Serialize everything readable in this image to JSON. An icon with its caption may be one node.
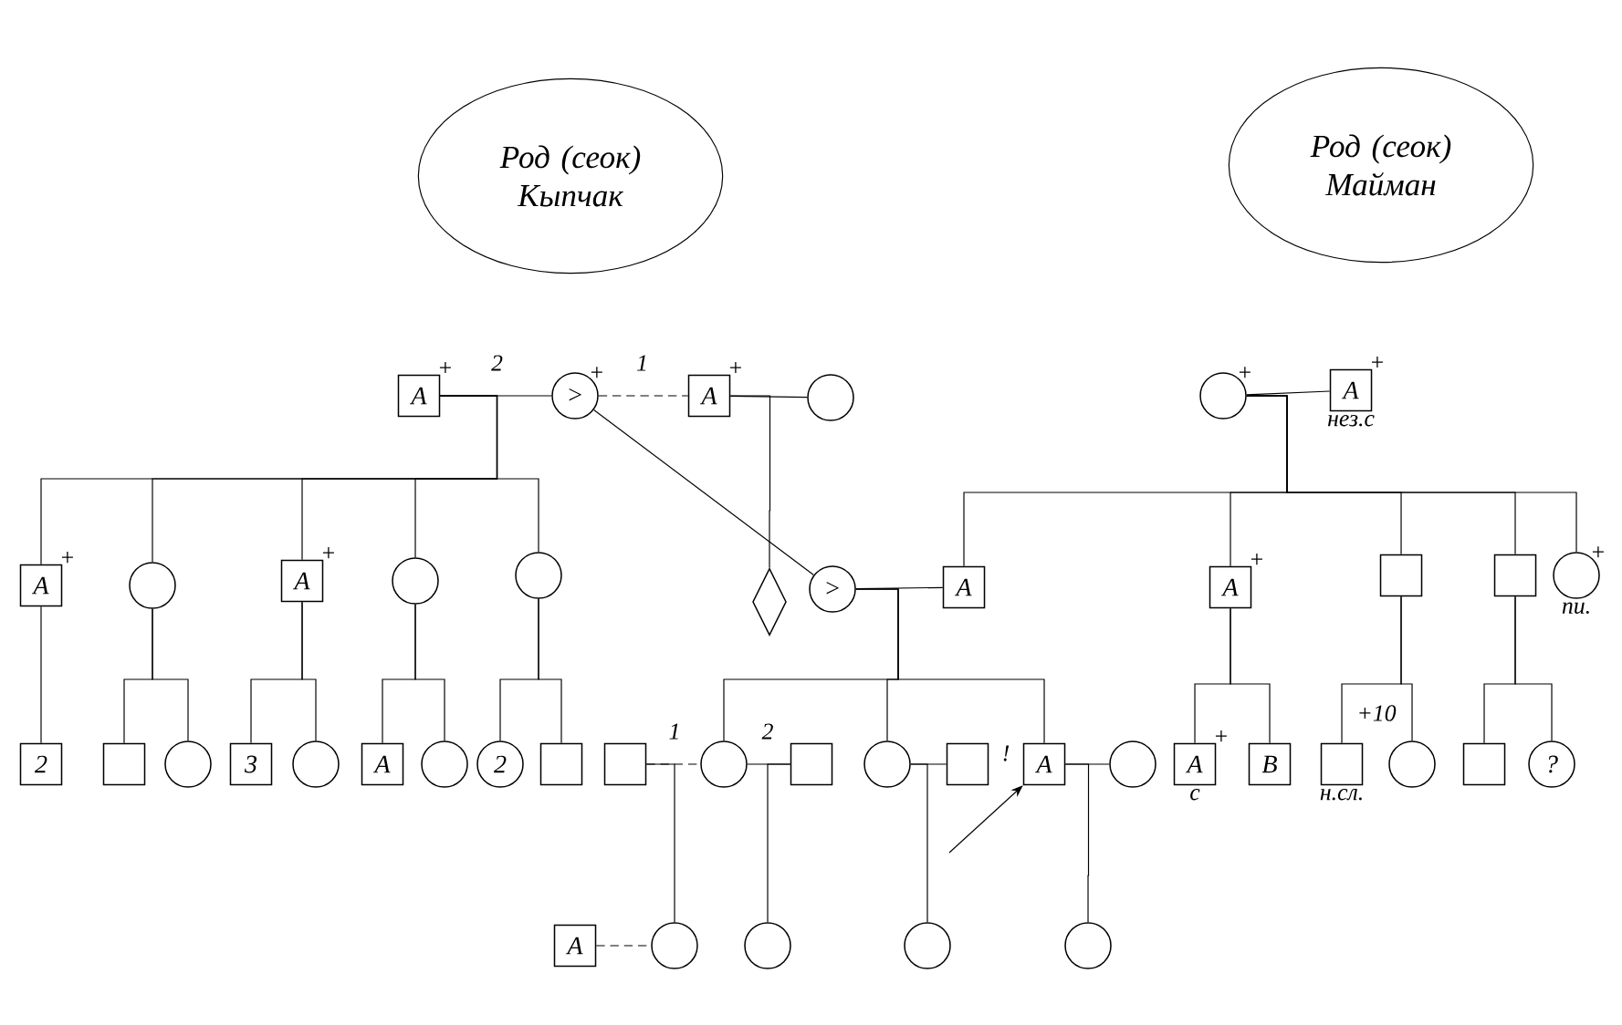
{
  "diagram": {
    "nodes": [
      {
        "text": [
          "Род (сеок) Кыпчак"
        ]
      },
      {
        "text": [
          "Род (сеок) Майман"
        ]
      },
      {
        "text": [
          "A"
        ],
        "beside": [
          "+"
        ]
      },
      {
        "text": [
          ">"
        ],
        "beside": [
          "+"
        ]
      },
      {
        "text": [
          "A"
        ],
        "beside": [
          "+"
        ]
      },
      {
        "text": [],
        "shape": "circle"
      },
      {
        "text": [],
        "shape": "circle",
        "beside": [
          "+"
        ]
      },
      {
        "text": [
          "A"
        ],
        "beside": [
          "+",
          "нез.с"
        ]
      },
      {
        "text": [
          "A"
        ],
        "beside": [
          "+"
        ]
      },
      {
        "text": [],
        "shape": "circle"
      },
      {
        "text": [
          "A"
        ],
        "beside": [
          "+"
        ]
      },
      {
        "text": [],
        "shape": "circle"
      },
      {
        "text": [],
        "shape": "circle"
      },
      {
        "text": [],
        "shape": "diamond"
      },
      {
        "text": [
          ">"
        ]
      },
      {
        "text": [
          "A"
        ]
      },
      {
        "text": [
          "A"
        ],
        "beside": [
          "+"
        ]
      },
      {
        "text": [],
        "shape": "box"
      },
      {
        "text": [],
        "shape": "box"
      },
      {
        "text": [],
        "shape": "circle",
        "beside": [
          "+",
          "пи."
        ]
      },
      {
        "text": [
          "2"
        ]
      },
      {
        "text": [],
        "shape": "box"
      },
      {
        "text": [],
        "shape": "circle"
      },
      {
        "text": [
          "3"
        ]
      },
      {
        "text": [],
        "shape": "circle"
      },
      {
        "text": [
          "A"
        ]
      },
      {
        "text": [],
        "shape": "circle"
      },
      {
        "text": [
          "2"
        ]
      },
      {
        "text": [],
        "shape": "box"
      },
      {
        "text": [],
        "shape": "box"
      },
      {
        "text": [],
        "shape": "circle"
      },
      {
        "text": [],
        "shape": "box"
      },
      {
        "text": [],
        "shape": "circle"
      },
      {
        "text": [],
        "shape": "box"
      },
      {
        "text": [
          "A"
        ]
      },
      {
        "text": [],
        "shape": "circle"
      },
      {
        "text": [
          "A"
        ],
        "beside": [
          "+",
          "с"
        ]
      },
      {
        "text": [
          "В"
        ]
      },
      {
        "text": [],
        "shape": "box",
        "beside": [
          "н.сл."
        ]
      },
      {
        "text": [],
        "shape": "circle"
      },
      {
        "text": [],
        "shape": "box"
      },
      {
        "text": [
          "?"
        ]
      },
      {
        "text": [
          "A"
        ]
      },
      {
        "text": [],
        "shape": "circle"
      },
      {
        "text": [],
        "shape": "circle"
      },
      {
        "text": [],
        "shape": "circle"
      },
      {
        "text": [],
        "shape": "circle"
      }
    ],
    "edges": [
      {
        "from": 2,
        "to": 3,
        "arrow": "none",
        "label": "2"
      },
      {
        "from": 3,
        "to": 4,
        "arrow": "none",
        "label": "1",
        "style": "dashed"
      },
      {
        "from": 4,
        "to": 5,
        "arrow": "none"
      },
      {
        "from": 6,
        "to": 7,
        "arrow": "none"
      },
      {
        "from": 14,
        "to": 15,
        "arrow": "none"
      },
      {
        "from": 29,
        "to": 30,
        "arrow": "none",
        "label": "1",
        "style": "dashed"
      },
      {
        "from": 30,
        "to": 31,
        "arrow": "none",
        "label": "2"
      },
      {
        "from": 32,
        "to": 33,
        "arrow": "none"
      },
      {
        "from": 34,
        "to": 35,
        "arrow": "none"
      },
      {
        "from": 42,
        "to": 43,
        "arrow": "none",
        "style": "dashed"
      },
      {
        "from": 2,
        "to": 8,
        "arrow": "none"
      },
      {
        "from": 2,
        "to": 9,
        "arrow": "none"
      },
      {
        "from": 2,
        "to": 10,
        "arrow": "none"
      },
      {
        "from": 2,
        "to": 11,
        "arrow": "none"
      },
      {
        "from": 2,
        "to": 12,
        "arrow": "none"
      },
      {
        "from": 4,
        "to": 13,
        "arrow": "none"
      },
      {
        "from": 3,
        "to": 14,
        "arrow": "none"
      },
      {
        "from": 6,
        "to": 15,
        "arrow": "none"
      },
      {
        "from": 6,
        "to": 16,
        "arrow": "none"
      },
      {
        "from": 6,
        "to": 17,
        "arrow": "none"
      },
      {
        "from": 6,
        "to": 18,
        "arrow": "none"
      },
      {
        "from": 6,
        "to": 19,
        "arrow": "none"
      },
      {
        "from": 8,
        "to": 20,
        "arrow": "none"
      },
      {
        "from": 9,
        "to": 21,
        "arrow": "none"
      },
      {
        "from": 9,
        "to": 22,
        "arrow": "none"
      },
      {
        "from": 10,
        "to": 23,
        "arrow": "none"
      },
      {
        "from": 10,
        "to": 24,
        "arrow": "none"
      },
      {
        "from": 11,
        "to": 25,
        "arrow": "none"
      },
      {
        "from": 11,
        "to": 26,
        "arrow": "none"
      },
      {
        "from": 12,
        "to": 27,
        "arrow": "none"
      },
      {
        "from": 12,
        "to": 28,
        "arrow": "none"
      },
      {
        "from": 14,
        "to": 30,
        "arrow": "none"
      },
      {
        "from": 14,
        "to": 32,
        "arrow": "none"
      },
      {
        "from": 14,
        "to": 34,
        "arrow": "none"
      },
      {
        "from": 16,
        "to": 36,
        "arrow": "none"
      },
      {
        "from": 16,
        "to": 37,
        "arrow": "none"
      },
      {
        "from": 17,
        "to": 38,
        "arrow": "none"
      },
      {
        "from": 17,
        "to": 39,
        "arrow": "none"
      },
      {
        "from": 18,
        "to": 40,
        "arrow": "none"
      },
      {
        "from": 18,
        "to": 41,
        "arrow": "none"
      },
      {
        "from": 29,
        "to": 43,
        "arrow": "none"
      },
      {
        "from": 31,
        "to": 44,
        "arrow": "none"
      },
      {
        "from": 32,
        "to": 45,
        "arrow": "none"
      },
      {
        "from": 34,
        "to": 46,
        "arrow": "none"
      },
      {
        "from": null,
        "to": 34,
        "arrow": "to"
      }
    ],
    "labels": [
      "!",
      "+10"
    ]
  }
}
